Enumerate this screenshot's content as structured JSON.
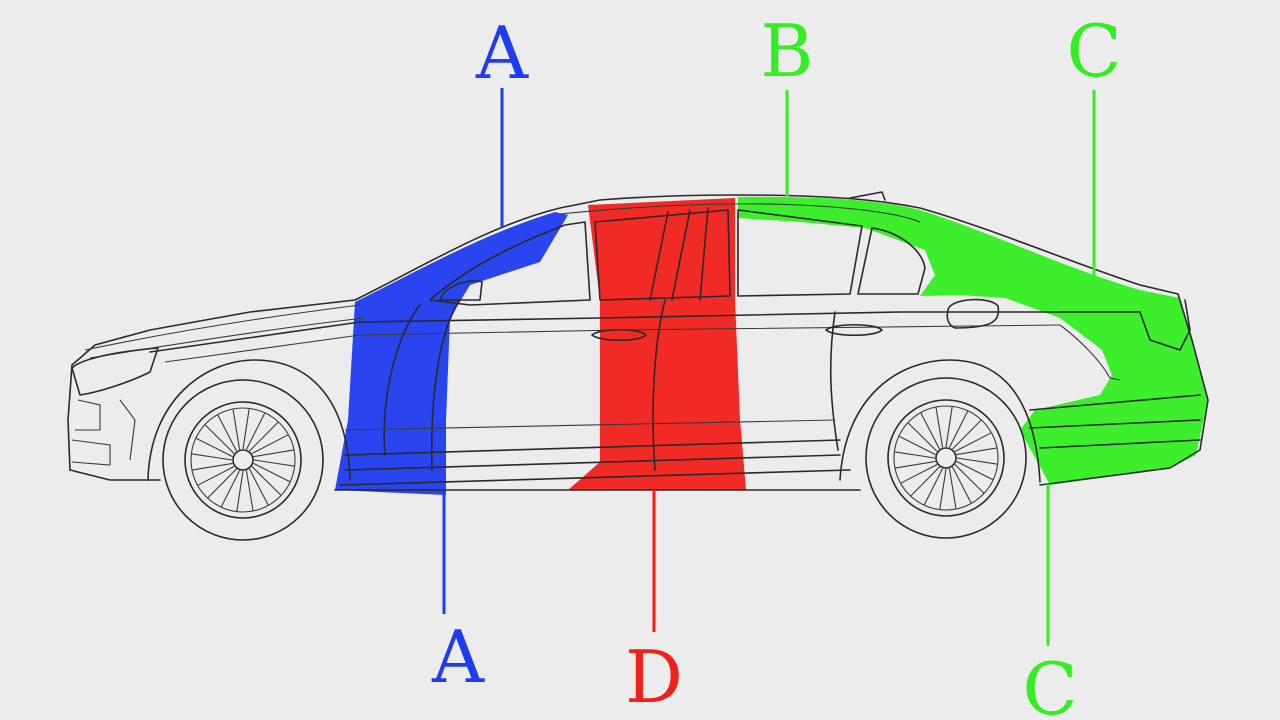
{
  "labels": {
    "a_top": "A",
    "b_top": "B",
    "c_top": "C",
    "a_bottom": "A",
    "d_bottom": "D",
    "c_bottom": "C"
  },
  "colors": {
    "a_pillar": "#1f3cf0",
    "b_pillar": "#33ee22",
    "c_pillar": "#33ee22",
    "d_pillar": "#f2201a",
    "outline": "#2a2a2a",
    "background": "#ececec"
  }
}
